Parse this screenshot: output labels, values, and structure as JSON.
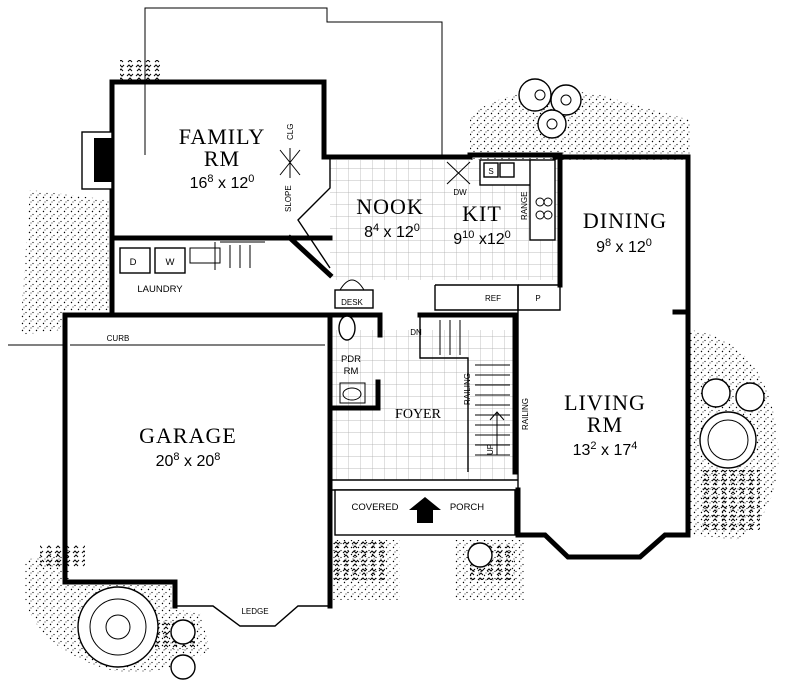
{
  "rooms": {
    "family": {
      "name_line1": "FAMILY",
      "name_line2": "RM",
      "dim_w": "16",
      "dim_w_sup": "8",
      "dim_sep": " x ",
      "dim_h": "12",
      "dim_h_sup": "0"
    },
    "nook": {
      "name": "NOOK",
      "dim_w": "8",
      "dim_w_sup": "4",
      "dim_sep": " x ",
      "dim_h": "12",
      "dim_h_sup": "0"
    },
    "kit": {
      "name": "KIT",
      "dim_w": "9",
      "dim_w_sup": "10",
      "dim_sep": " x",
      "dim_h": "12",
      "dim_h_sup": "0"
    },
    "dining": {
      "name": "DINING",
      "dim_w": "9",
      "dim_w_sup": "8",
      "dim_sep": " x ",
      "dim_h": "12",
      "dim_h_sup": "0"
    },
    "garage": {
      "name": "GARAGE",
      "dim_w": "20",
      "dim_w_sup": "8",
      "dim_sep": " x ",
      "dim_h": "20",
      "dim_h_sup": "8"
    },
    "living": {
      "name_line1": "LIVING",
      "name_line2": "RM",
      "dim_w": "13",
      "dim_w_sup": "2",
      "dim_sep": " x ",
      "dim_h": "17",
      "dim_h_sup": "4"
    },
    "foyer": {
      "name": "FOYER"
    },
    "pdr": {
      "name_line1": "PDR",
      "name_line2": "RM"
    }
  },
  "labels": {
    "laundry": "LAUNDRY",
    "washer": "W",
    "dryer": "D",
    "desk": "DESK",
    "ref": "REF",
    "pantry": "P",
    "dw": "DW",
    "sink": "S",
    "range": "RANGE",
    "dn": "DN",
    "up": "UP",
    "railing_left": "RAILING",
    "railing_right": "RAILING",
    "curb": "CURB",
    "ledge": "LEDGE",
    "covered": "COVERED",
    "porch": "PORCH",
    "slope": "SLOPE",
    "clg": "CLG"
  }
}
